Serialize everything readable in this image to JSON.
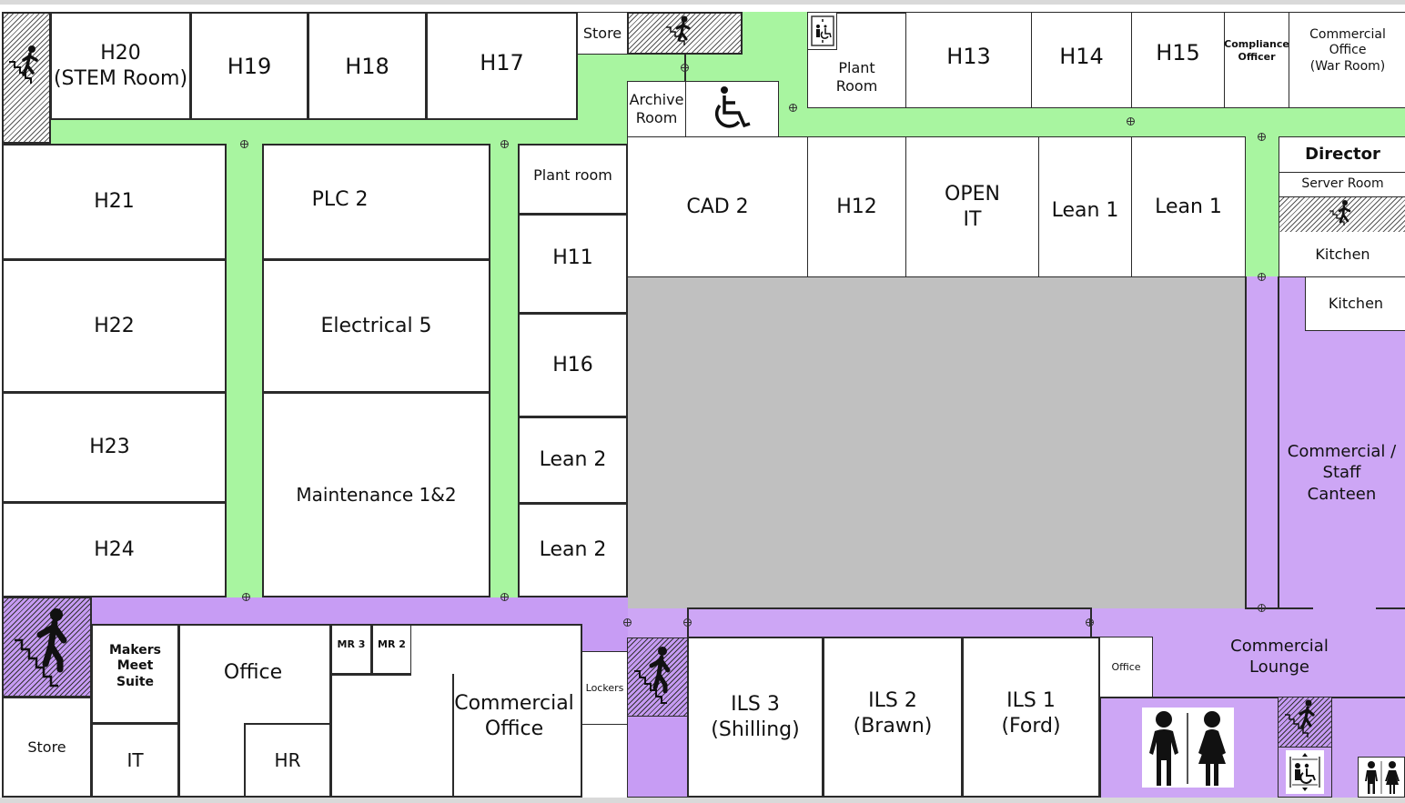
{
  "floorplan": {
    "colors": {
      "corridor_green": "#a8f5a0",
      "corridor_purple": "#cda6f5",
      "courtyard_grey": "#c0c0c0",
      "wall": "#2a2a2a"
    },
    "rooms": {
      "h20": "H20\n(STEM Room)",
      "h19": "H19",
      "h18": "H18",
      "h17": "H17",
      "store_top": "Store",
      "archive": "Archive\nRoom",
      "plant_room_top": "Plant\nRoom",
      "h13": "H13",
      "h14": "H14",
      "h15": "H15",
      "compliance": "Compliance\nOfficer",
      "commercial_war_room": "Commercial Office\n(War Room)",
      "h21": "H21",
      "h22": "H22",
      "h23": "H23",
      "h24": "H24",
      "plc2": "PLC 2",
      "electrical5": "Electrical 5",
      "maintenance": "Maintenance 1&2",
      "plant_room_mid": "Plant room",
      "h11": "H11",
      "h16": "H16",
      "lean2_a": "Lean 2",
      "lean2_b": "Lean 2",
      "cad2": "CAD 2",
      "h12": "H12",
      "open_it": "OPEN\nIT",
      "lean1_a": "Lean 1",
      "lean1_b": "Lean 1",
      "director": "Director",
      "server_room": "Server Room",
      "kitchen_a": "Kitchen",
      "kitchen_b": "Kitchen",
      "canteen": "Commercial /\nStaff\nCanteen",
      "makers_meet": "Makers Meet\nSuite",
      "store_bottom": "Store",
      "it": "IT",
      "office_bottom": "Office",
      "hr": "HR",
      "mr3": "MR 3",
      "mr2": "MR 2",
      "commercial_office": "Commercial\nOffice",
      "lockers": "Lockers",
      "ils3": "ILS 3\n(Shilling)",
      "ils2": "ILS 2\n(Brawn)",
      "ils1": "ILS 1\n(Ford)",
      "office_small": "Office",
      "commercial_lounge": "Commercial\nLounge"
    },
    "icons": {
      "stairs": "stairs-icon",
      "wheelchair": "wheelchair-icon",
      "lift": "accessible-lift-icon",
      "toilets": "toilets-icon"
    }
  }
}
